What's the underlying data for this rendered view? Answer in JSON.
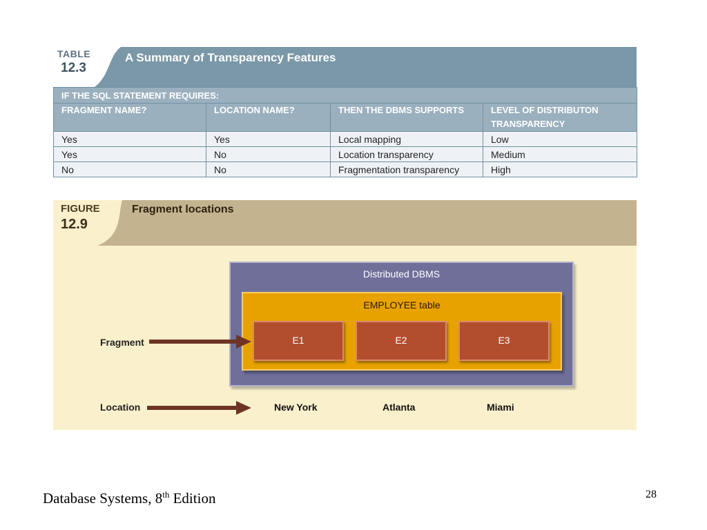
{
  "table": {
    "tag_word": "TABLE",
    "tag_num": "12.3",
    "title": "A Summary of Transparency Features",
    "condition_header": "IF THE SQL STATEMENT REQUIRES:",
    "columns": [
      "FRAGMENT NAME?",
      "LOCATION NAME?",
      "THEN THE DBMS SUPPORTS",
      "LEVEL OF DISTRIBUTON TRANSPARENCY"
    ],
    "rows": [
      [
        "Yes",
        "Yes",
        "Local mapping",
        "Low"
      ],
      [
        "Yes",
        "No",
        "Location transparency",
        "Medium"
      ],
      [
        "No",
        "No",
        "Fragmentation transparency",
        "High"
      ]
    ],
    "colors": {
      "header_bg": "#7a98a8",
      "column_header_bg": "#9bb0bf",
      "row_bg": "#eef2f6"
    }
  },
  "figure": {
    "tag_word": "FIGURE",
    "tag_num": "12.9",
    "title": "Fragment locations",
    "dbms_label": "Distributed DBMS",
    "table_label": "EMPLOYEE table",
    "fragments": [
      "E1",
      "E2",
      "E3"
    ],
    "fragment_label": "Fragment",
    "location_label": "Location",
    "locations": [
      "New York",
      "Atlanta",
      "Miami"
    ],
    "colors": {
      "header_bg": "#c4b38f",
      "body_bg": "#faf1cc",
      "dbms_bg": "#6f6f9a",
      "table_bg": "#e8a200",
      "fragment_bg": "#b24d2e",
      "arrow": "#6e3526"
    }
  },
  "footer": {
    "book_title_prefix": "Database Systems, 8",
    "edition_sup": "th",
    "edition_suffix": " Edition",
    "page_number": "28"
  }
}
